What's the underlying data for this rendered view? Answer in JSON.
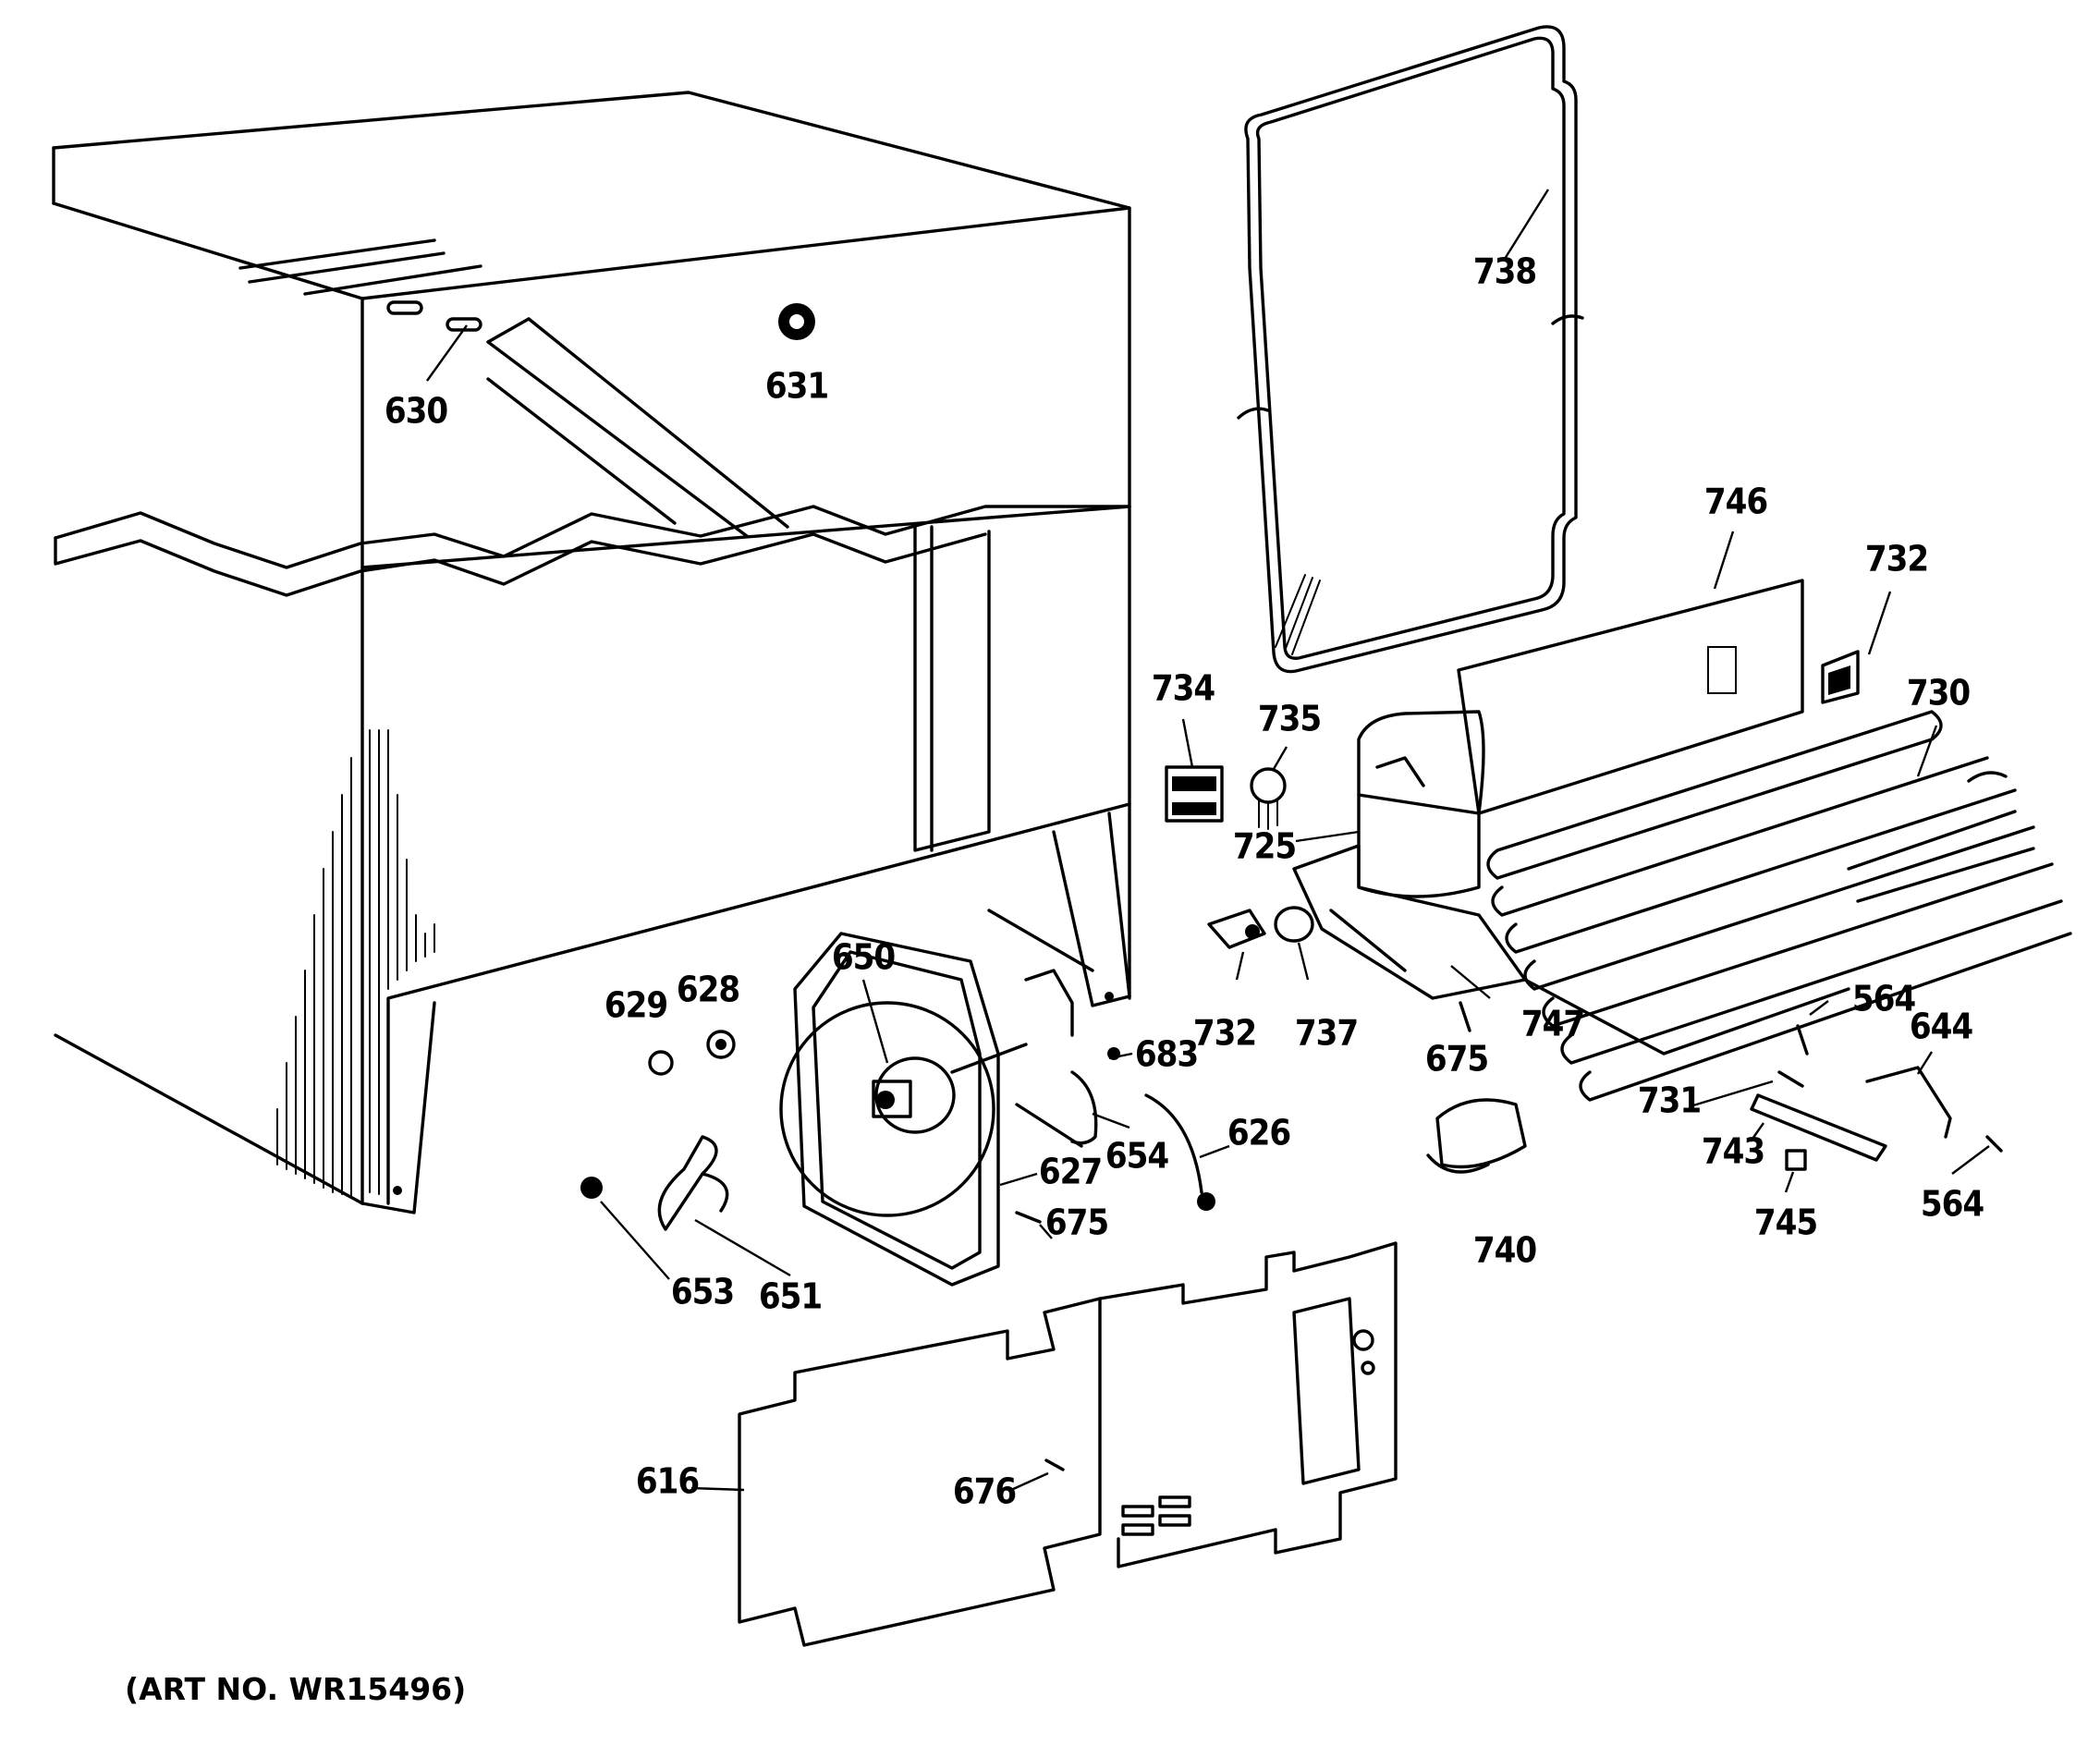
{
  "art_number": "(ART NO. WR15496)",
  "parts": [
    {
      "id": "p630",
      "label": "630"
    },
    {
      "id": "p631",
      "label": "631"
    },
    {
      "id": "p738",
      "label": "738"
    },
    {
      "id": "p746",
      "label": "746"
    },
    {
      "id": "p732a",
      "label": "732"
    },
    {
      "id": "p730",
      "label": "730"
    },
    {
      "id": "p734",
      "label": "734"
    },
    {
      "id": "p735",
      "label": "735"
    },
    {
      "id": "p725",
      "label": "725"
    },
    {
      "id": "p650",
      "label": "650"
    },
    {
      "id": "p629",
      "label": "629"
    },
    {
      "id": "p628",
      "label": "628"
    },
    {
      "id": "p683",
      "label": "683"
    },
    {
      "id": "p732b",
      "label": "732"
    },
    {
      "id": "p737",
      "label": "737"
    },
    {
      "id": "p675a",
      "label": "675"
    },
    {
      "id": "p747",
      "label": "747"
    },
    {
      "id": "p564a",
      "label": "564"
    },
    {
      "id": "p644",
      "label": "644"
    },
    {
      "id": "p731",
      "label": "731"
    },
    {
      "id": "p743",
      "label": "743"
    },
    {
      "id": "p745",
      "label": "745"
    },
    {
      "id": "p564b",
      "label": "564"
    },
    {
      "id": "p626",
      "label": "626"
    },
    {
      "id": "p654",
      "label": "654"
    },
    {
      "id": "p627",
      "label": "627"
    },
    {
      "id": "p675b",
      "label": "675"
    },
    {
      "id": "p740",
      "label": "740"
    },
    {
      "id": "p653",
      "label": "653"
    },
    {
      "id": "p651",
      "label": "651"
    },
    {
      "id": "p616",
      "label": "616"
    },
    {
      "id": "p676",
      "label": "676"
    }
  ]
}
